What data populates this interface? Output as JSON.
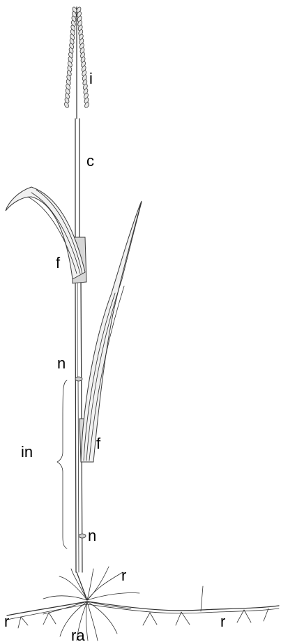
{
  "labels": {
    "inflorescence": "i",
    "culm": "c",
    "leaf_upper": "f",
    "node_upper": "n",
    "internode": "in",
    "leaf_lower": "f",
    "node_lower": "n",
    "rhizome_right_upper": "r",
    "rhizome_left": "r",
    "rhizome_right": "r",
    "roots": "ra"
  },
  "colors": {
    "ink": "#2f2f2f",
    "background": "#ffffff",
    "leaf_fill": "#f1f1f1"
  }
}
